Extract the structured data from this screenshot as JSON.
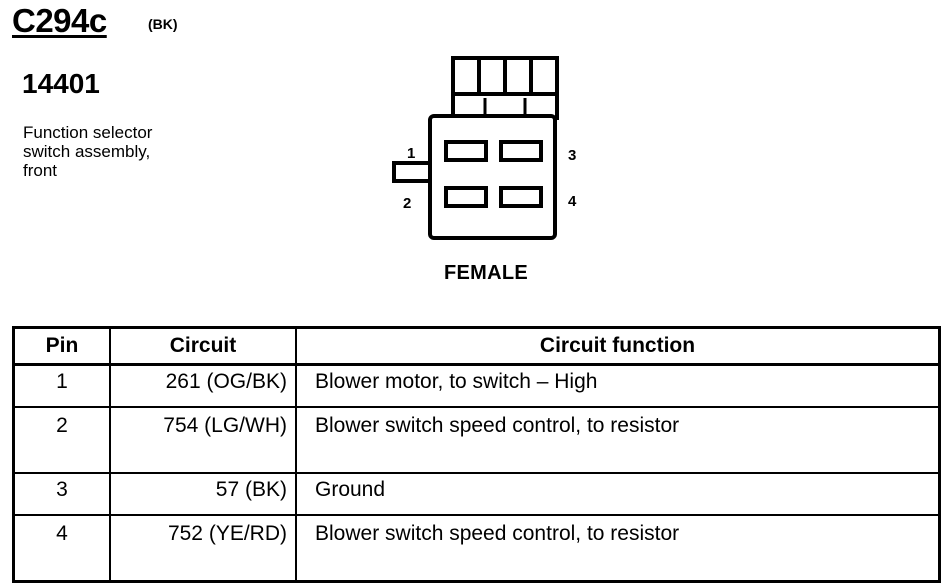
{
  "connector": {
    "id": "C294c",
    "color": "(BK)",
    "part_number": "14401",
    "description_lines": [
      "Function selector",
      "switch assembly,",
      "front"
    ],
    "gender": "FEMALE",
    "pin_labels": [
      "1",
      "2",
      "3",
      "4"
    ]
  },
  "table": {
    "headers": [
      "Pin",
      "Circuit",
      "Circuit function"
    ],
    "rows": [
      {
        "pin": "1",
        "circuit": "261 (OG/BK)",
        "function": "Blower motor, to switch – High"
      },
      {
        "pin": "2",
        "circuit": "754 (LG/WH)",
        "function": "Blower switch speed control, to resistor"
      },
      {
        "pin": "3",
        "circuit": "57 (BK)",
        "function": "Ground"
      },
      {
        "pin": "4",
        "circuit": "752 (YE/RD)",
        "function": "Blower switch speed control, to resistor"
      }
    ]
  }
}
